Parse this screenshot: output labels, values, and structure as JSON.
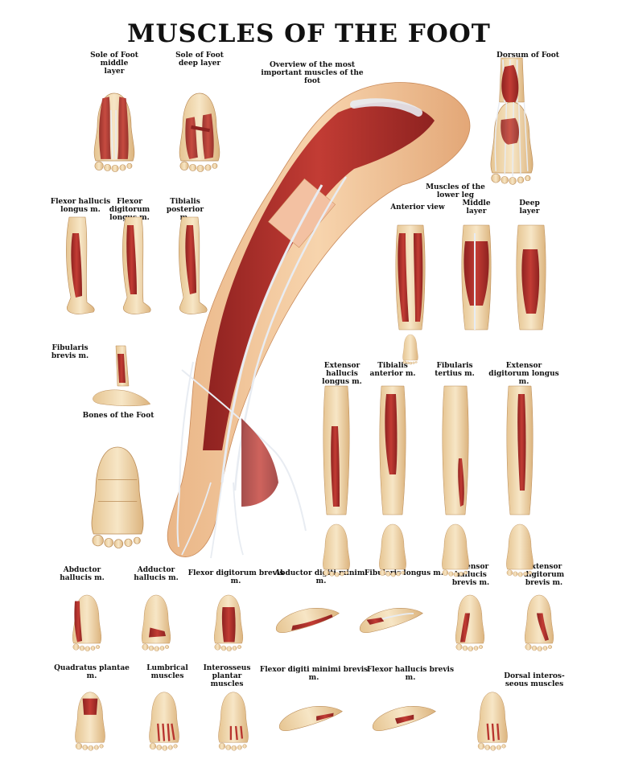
{
  "title": "MUSCLES OF THE FOOT",
  "labels": {
    "sole_middle": "Sole of Foot middle layer",
    "sole_deep": "Sole of Foot deep layer",
    "overview": "Overview of the most important muscles of the foot",
    "dorsum": "Dorsum of Foot",
    "flexor_hallucis_longus": "Flexor hallucis longus m.",
    "flexor_digitorum_longus": "Flexor digitorum longus m.",
    "tibialis_posterior": "Tibialis posterior m.",
    "lower_leg": "Muscles of the lower leg",
    "anterior_view": "Anterior view",
    "middle_layer": "Middle layer",
    "deep_layer": "Deep layer",
    "fibularis_brevis": "Fibularis brevis m.",
    "bones": "Bones of the Foot",
    "extensor_hallucis_longus": "Extensor hallucis longus m.",
    "tibialis_anterior": "Tibialis anterior m.",
    "fibularis_tertius": "Fibularis tertius m.",
    "extensor_digitorum_longus": "Extensor digitorum longus m.",
    "abductor_hallucis": "Abductor hallucis m.",
    "adductor_hallucis": "Adductor hallucis m.",
    "flexor_digitorum_brevis": "Flexor digitorum brevis m.",
    "abductor_digiti_minimi": "Abductor digiti minimi m.",
    "fibularis_longus": "Fibularis longus m.",
    "extensor_hallucis_brevis": "Extensor hallucis brevis m.",
    "extensor_digitorum_brevis": "Extensor digitorum brevis m.",
    "quadratus_plantae": "Quadratus plantae m.",
    "lumbrical": "Lumbrical muscles",
    "interosseous_plantar": "Interosseus plantar muscles",
    "flexor_digiti_minimi_brevis": "Flexor digiti minimi brevis m.",
    "flexor_hallucis_brevis": "Flexor hallucis brevis m.",
    "dorsal_interosseous": "Dorsal interos-seous muscles"
  },
  "colors": {
    "muscle": "#b8342e",
    "muscle_dark": "#8e2220",
    "bone": "#f1d9b0",
    "bone_dark": "#d9b07a",
    "skin": "#f3c79a",
    "tendon": "#dfe3ea",
    "leader": "#555555"
  }
}
